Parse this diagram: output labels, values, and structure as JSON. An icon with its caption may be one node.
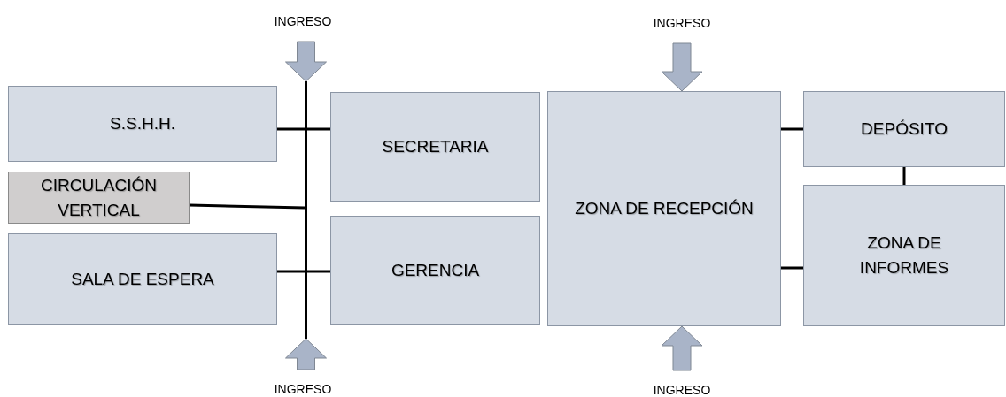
{
  "diagram": {
    "nodes": [
      {
        "text": [
          "INGRESO"
        ]
      },
      {
        "text": [],
        "shape": "bar"
      },
      {
        "text": [
          "S.S.H.H."
        ]
      },
      {
        "text": [
          "SECRETARIA"
        ]
      },
      {
        "text": [
          "CIRCULACIÓN VERTICAL"
        ]
      },
      {
        "text": [
          "SALA DE ESPERA"
        ]
      },
      {
        "text": [
          "GERENCIA"
        ]
      },
      {
        "text": [
          "INGRESO"
        ]
      },
      {
        "text": [
          "INGRESO"
        ]
      },
      {
        "text": [
          "ZONA DE RECEPCIÓN"
        ]
      },
      {
        "text": [
          "DEPÓSITO"
        ]
      },
      {
        "text": [
          "ZONA DE INFORMES"
        ]
      },
      {
        "text": [
          "INGRESO"
        ]
      }
    ],
    "edges": [
      {
        "from": 0,
        "to": 1,
        "arrow": "to"
      },
      {
        "from": 1,
        "to": 2,
        "arrow": "none"
      },
      {
        "from": 1,
        "to": 3,
        "arrow": "none"
      },
      {
        "from": 1,
        "to": 4,
        "arrow": "none"
      },
      {
        "from": 1,
        "to": 5,
        "arrow": "none"
      },
      {
        "from": 1,
        "to": 6,
        "arrow": "none"
      },
      {
        "from": 7,
        "to": 1,
        "arrow": "to"
      },
      {
        "from": 8,
        "to": 9,
        "arrow": "to"
      },
      {
        "from": 9,
        "to": 10,
        "arrow": "none"
      },
      {
        "from": 9,
        "to": 11,
        "arrow": "none"
      },
      {
        "from": 10,
        "to": 11,
        "arrow": "none"
      },
      {
        "from": 12,
        "to": 9,
        "arrow": "to"
      }
    ]
  }
}
